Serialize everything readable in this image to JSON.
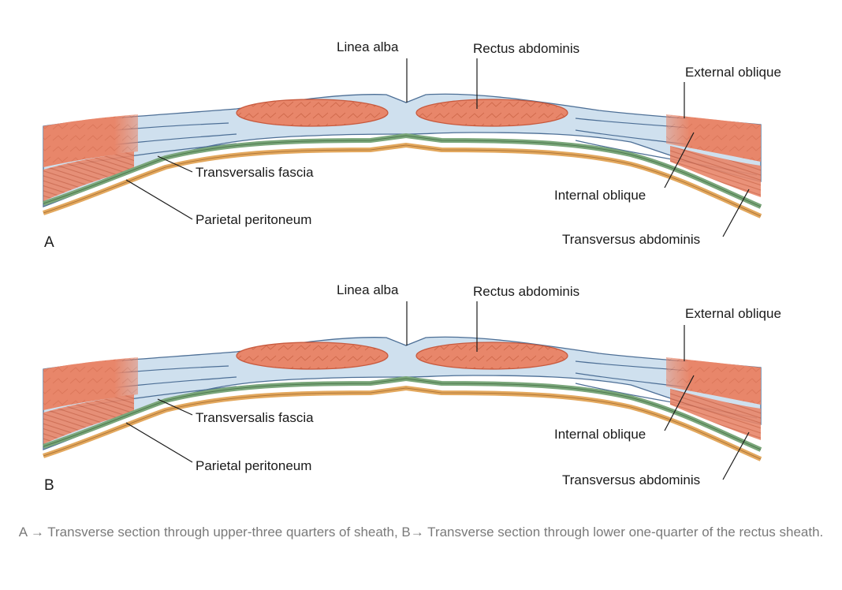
{
  "panels": [
    {
      "letter": "A",
      "labels": {
        "linea_alba": "Linea alba",
        "rectus_abdominis": "Rectus abdominis",
        "external_oblique": "External oblique",
        "transversalis_fascia": "Transversalis fascia",
        "parietal_peritoneum": "Parietal peritoneum",
        "internal_oblique": "Internal oblique",
        "transversus_abdominis": "Transversus abdominis"
      }
    },
    {
      "letter": "B",
      "labels": {
        "linea_alba": "Linea alba",
        "rectus_abdominis": "Rectus abdominis",
        "external_oblique": "External oblique",
        "transversalis_fascia": "Transversalis fascia",
        "parietal_peritoneum": "Parietal peritoneum",
        "internal_oblique": "Internal oblique",
        "transversus_abdominis": "Transversus abdominis"
      }
    }
  ],
  "caption": "A → Transverse section through upper-three quarters of sheath, B→ Transverse section through lower one-quarter of the rectus sheath.",
  "colors": {
    "muscle": "#e8866a",
    "muscle_stroke": "#c85a3e",
    "sheath": "#cfe0ee",
    "sheath_stroke": "#4d6f96",
    "fascia_green": "#7aa67a",
    "peritoneum_orange": "#d99a52"
  }
}
